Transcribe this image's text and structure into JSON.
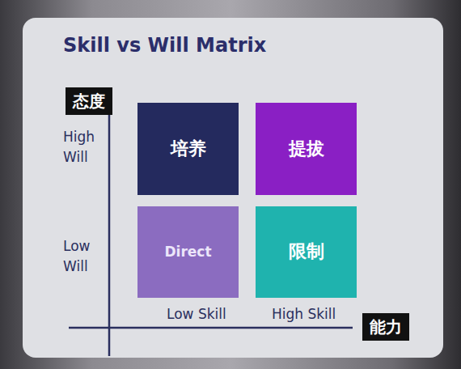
{
  "diagram": {
    "title": "Skill vs Will Matrix",
    "nodes": [
      {
        "text": [
          "态度"
        ]
      },
      {
        "text": [
          "培养"
        ]
      },
      {
        "text": [
          "提拔"
        ]
      },
      {
        "text": [
          "Direct"
        ]
      },
      {
        "text": [
          "限制"
        ]
      },
      {
        "text": [
          "能力"
        ]
      }
    ],
    "edges": [],
    "labels": [
      "High Will",
      "Low Will",
      "Low Skill",
      "High Skill"
    ]
  }
}
